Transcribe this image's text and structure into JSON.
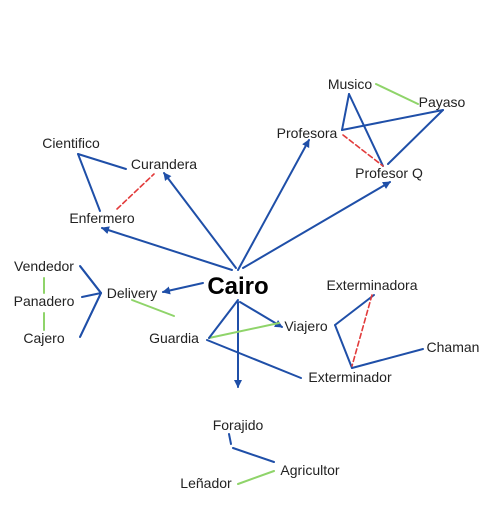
{
  "center": {
    "label": "Cairo"
  },
  "colors": {
    "blue": "#1f4fa8",
    "green": "#8fd46a",
    "red": "#e23b3b",
    "text": "#222222"
  },
  "nodes": [
    {
      "id": "musico",
      "label": "Musico"
    },
    {
      "id": "payaso",
      "label": "Payaso"
    },
    {
      "id": "profesora",
      "label": "Profesora"
    },
    {
      "id": "profesor_q",
      "label": "Profesor Q"
    },
    {
      "id": "cientifico",
      "label": "Cientifico"
    },
    {
      "id": "curandera",
      "label": "Curandera"
    },
    {
      "id": "enfermero",
      "label": "Enfermero"
    },
    {
      "id": "vendedor",
      "label": "Vendedor"
    },
    {
      "id": "panadero",
      "label": "Panadero"
    },
    {
      "id": "cajero",
      "label": "Cajero"
    },
    {
      "id": "delivery",
      "label": "Delivery"
    },
    {
      "id": "guardia",
      "label": "Guardia"
    },
    {
      "id": "viajero",
      "label": "Viajero"
    },
    {
      "id": "exterminadora",
      "label": "Exterminadora"
    },
    {
      "id": "exterminador",
      "label": "Exterminador"
    },
    {
      "id": "chaman",
      "label": "Chaman"
    },
    {
      "id": "forajido",
      "label": "Forajido"
    },
    {
      "id": "agricultor",
      "label": "Agricultor"
    },
    {
      "id": "lenador",
      "label": "Leñador"
    }
  ],
  "edges": [
    {
      "from": "cairo",
      "to": "profesora",
      "kind": "arrow"
    },
    {
      "from": "cairo",
      "to": "profesor_q",
      "kind": "arrow"
    },
    {
      "from": "cairo",
      "to": "curandera",
      "kind": "arrow"
    },
    {
      "from": "cairo",
      "to": "enfermero",
      "kind": "arrow"
    },
    {
      "from": "cairo",
      "to": "delivery",
      "kind": "arrow"
    },
    {
      "from": "cairo",
      "to": "viajero",
      "kind": "arrow"
    },
    {
      "from": "cairo",
      "to": "down",
      "kind": "arrow"
    },
    {
      "from": "profesora",
      "to": "musico",
      "kind": "line"
    },
    {
      "from": "musico",
      "to": "profesor_q",
      "kind": "line"
    },
    {
      "from": "profesor_q",
      "to": "payaso",
      "kind": "line"
    },
    {
      "from": "payaso",
      "to": "profesora",
      "kind": "line"
    },
    {
      "from": "musico",
      "to": "payaso",
      "kind": "friendly"
    },
    {
      "from": "profesora",
      "to": "profesor_q",
      "kind": "tense"
    },
    {
      "from": "cientifico",
      "to": "curandera",
      "kind": "line"
    },
    {
      "from": "cientifico",
      "to": "enfermero",
      "kind": "line"
    },
    {
      "from": "enfermero",
      "to": "curandera",
      "kind": "tense"
    },
    {
      "from": "vendedor",
      "to": "delivery",
      "kind": "line"
    },
    {
      "from": "cajero",
      "to": "delivery",
      "kind": "line"
    },
    {
      "from": "panadero",
      "to": "delivery",
      "kind": "line"
    },
    {
      "from": "vendedor",
      "to": "panadero",
      "kind": "friendly"
    },
    {
      "from": "panadero",
      "to": "cajero",
      "kind": "friendly"
    },
    {
      "from": "delivery",
      "to": "delivery_tail",
      "kind": "friendly"
    },
    {
      "from": "guardia",
      "to": "viajero",
      "kind": "friendly"
    },
    {
      "from": "cairo",
      "to": "guardia",
      "kind": "line"
    },
    {
      "from": "guardia",
      "to": "exterminador",
      "kind": "line"
    },
    {
      "from": "exterminadora",
      "to": "exterminador_top",
      "kind": "line"
    },
    {
      "from": "exterminadora",
      "to": "chaman",
      "kind": "line"
    },
    {
      "from": "chaman",
      "to": "exterminador_top",
      "kind": "line"
    },
    {
      "from": "exterminadora",
      "to": "exterminador_top",
      "kind": "tense"
    },
    {
      "from": "forajido",
      "to": "lenador",
      "kind": "line"
    },
    {
      "from": "forajido",
      "to": "agricultor",
      "kind": "line"
    },
    {
      "from": "lenador",
      "to": "agricultor",
      "kind": "friendly"
    }
  ]
}
